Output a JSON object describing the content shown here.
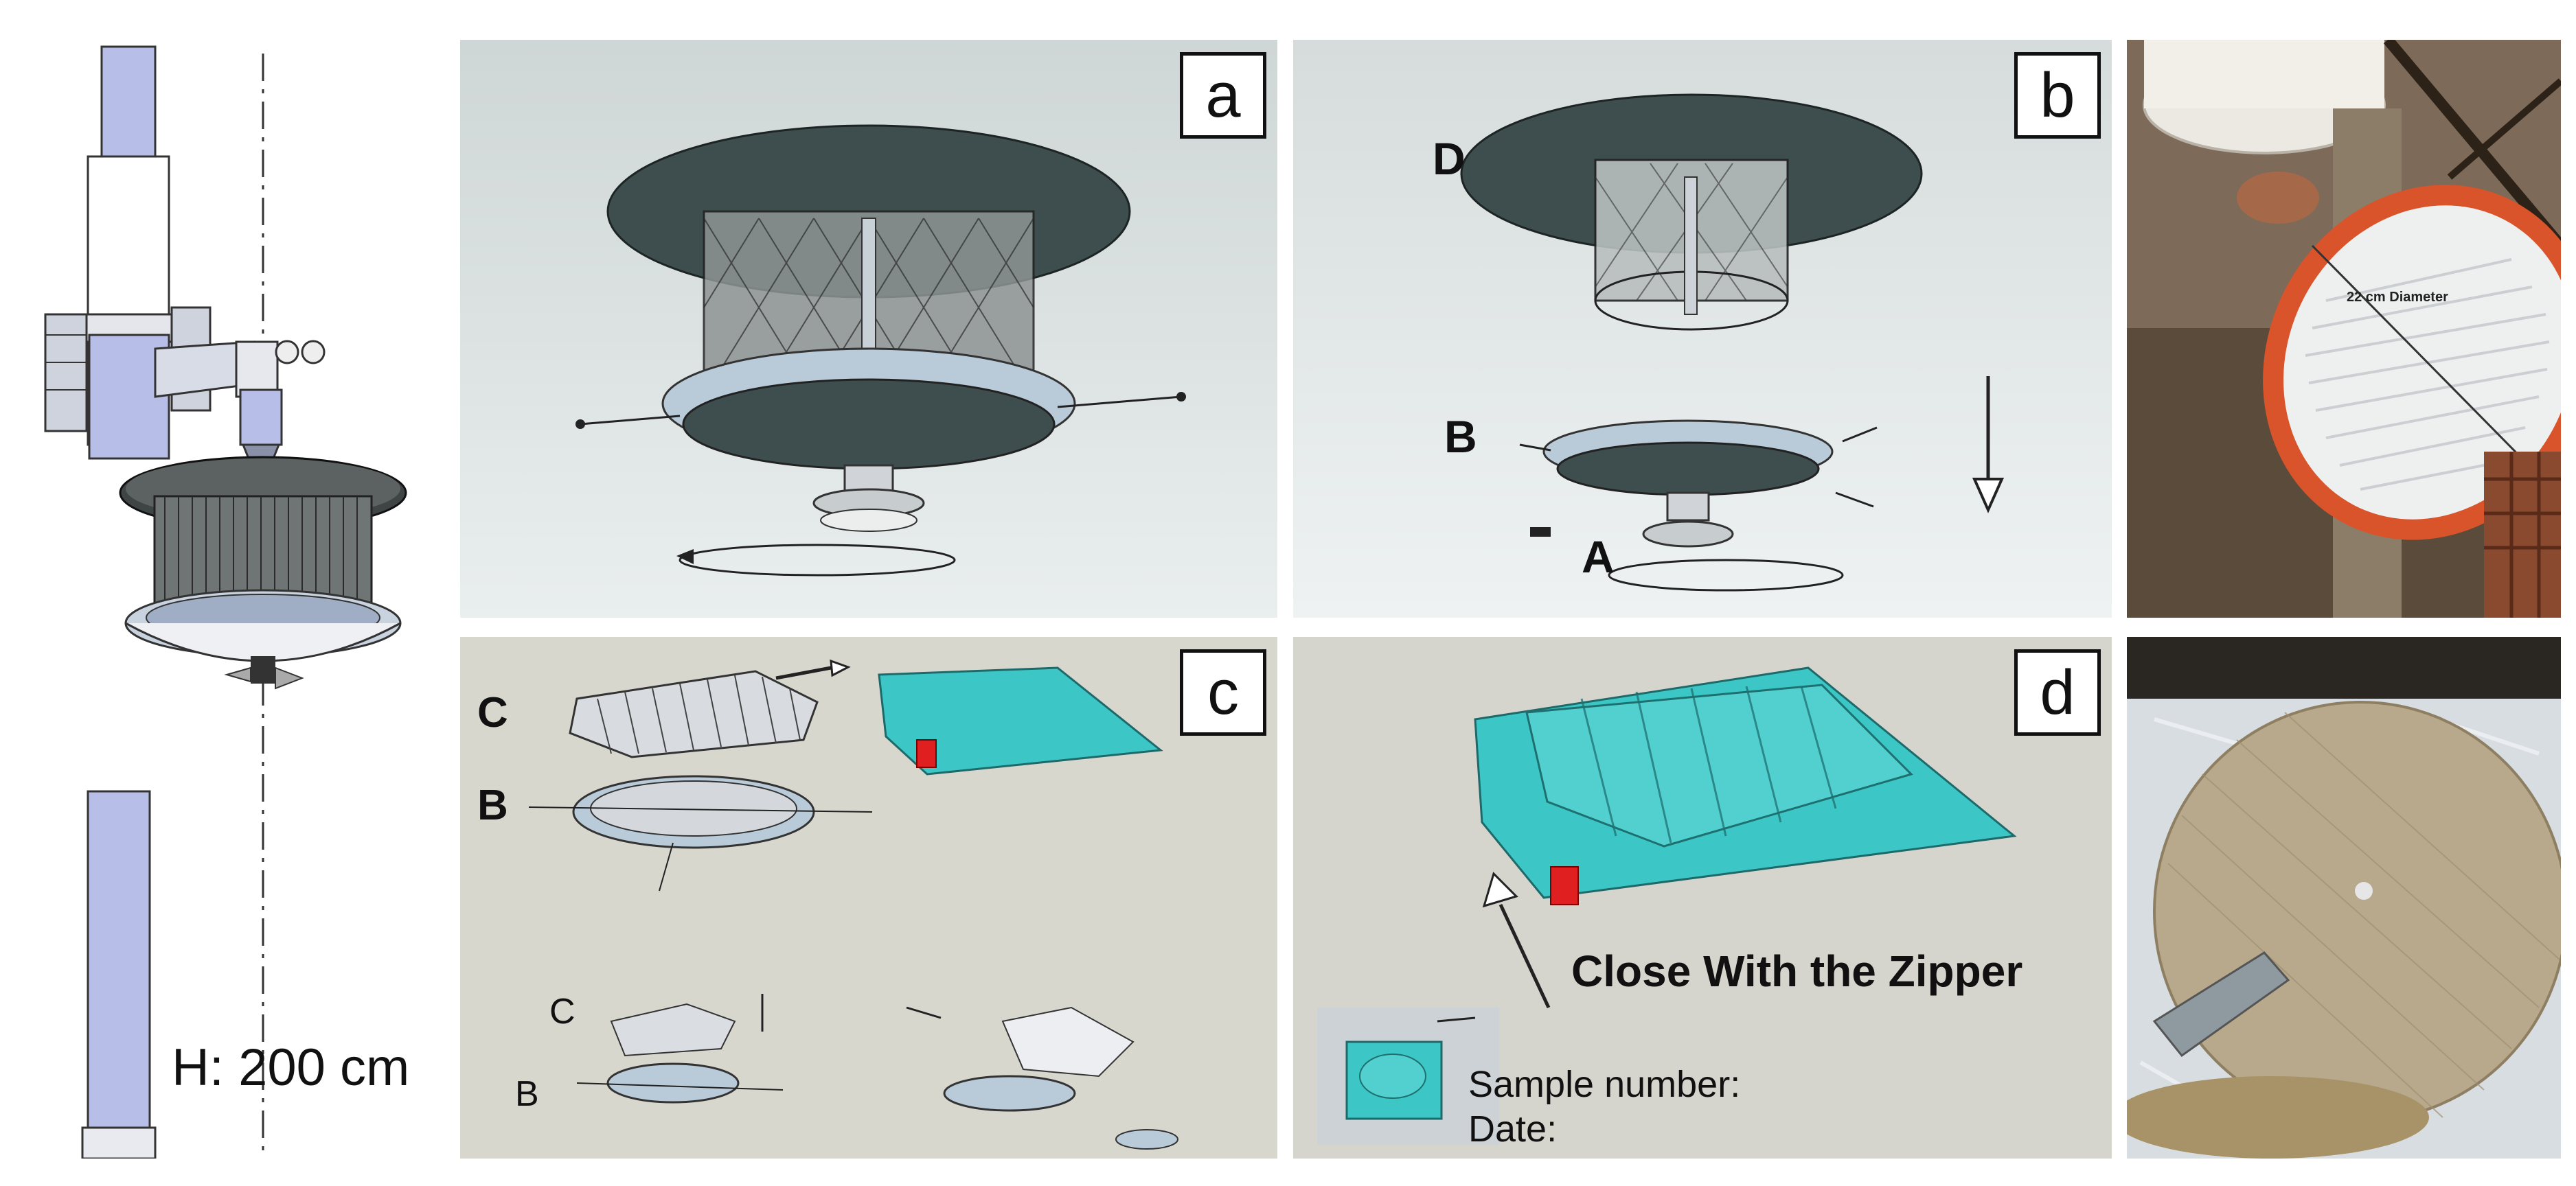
{
  "height_label": "H: 200 cm",
  "panels": {
    "a": {
      "tag": "a"
    },
    "b": {
      "tag": "b",
      "labels": {
        "d": "D",
        "b": "B",
        "a": "A"
      }
    },
    "c": {
      "tag": "c",
      "labels": {
        "c_bold": "C",
        "b_bold": "B",
        "c_small": "C",
        "b_small": "B"
      }
    },
    "d": {
      "tag": "d",
      "zipper_text": "Close With the Zipper",
      "sample_text": "Sample number:",
      "date_text": "Date:"
    }
  },
  "photo_top": {
    "diameter_text": "22 cm Diameter"
  },
  "colors": {
    "disc": "#3f4f4f",
    "tray": "#b4c6d6",
    "pole": "#b7bfe8",
    "bag": "#3cc6c6",
    "zipper": "#e02020",
    "sand": "#a89268",
    "rim": "#d9542a"
  }
}
